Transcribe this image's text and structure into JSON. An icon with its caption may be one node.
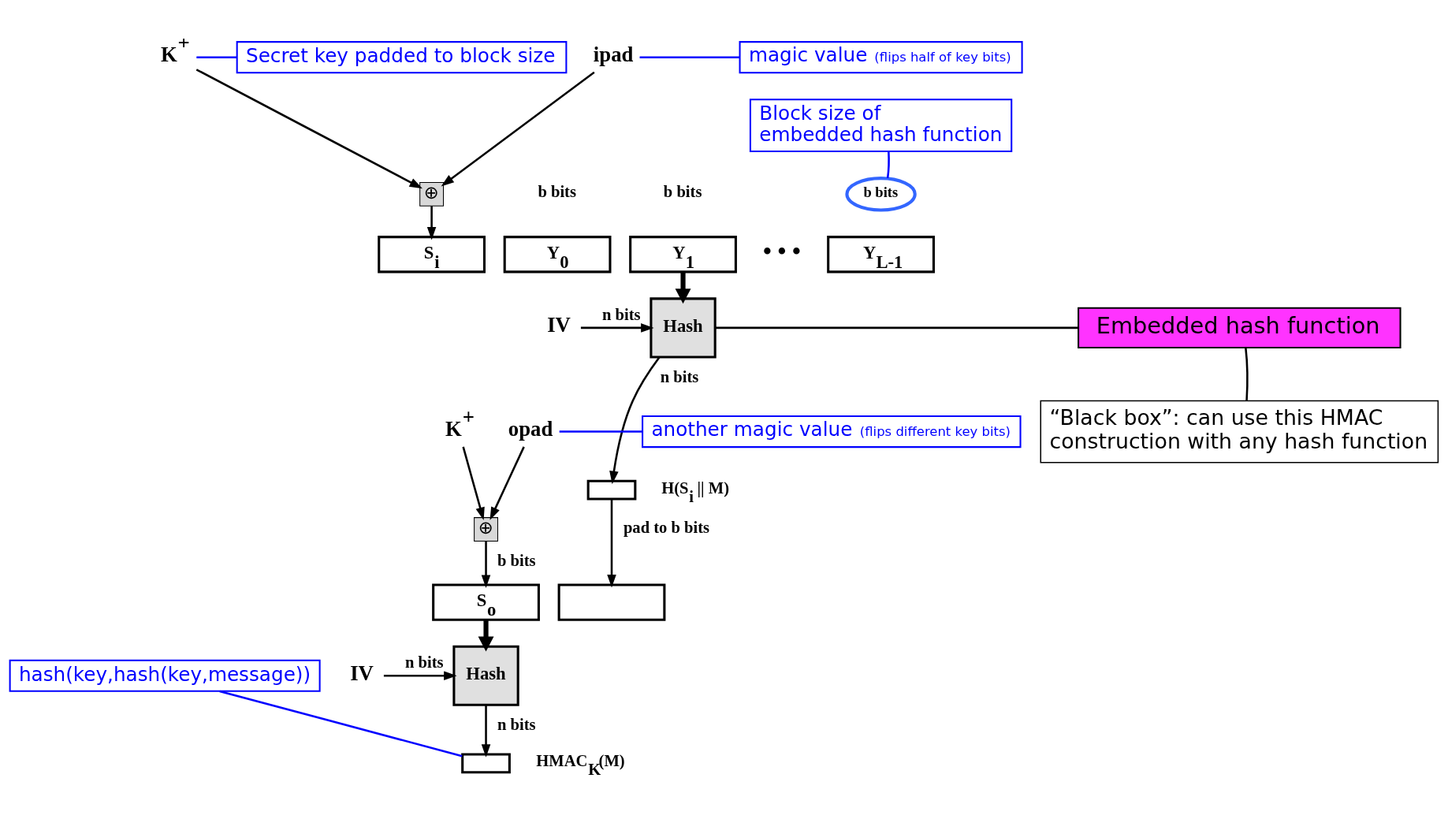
{
  "diagram": {
    "nodes": [
      {
        "text": [
          "K$^{+}$"
        ]
      },
      {
        "text": [
          "ipad"
        ]
      },
      {
        "text": [
          "⊕"
        ]
      },
      {
        "text": [
          "S$_{i}$"
        ]
      },
      {
        "text": [
          "Y$_{0}$"
        ]
      },
      {
        "text": [
          "Y$_{1}$"
        ]
      },
      {
        "text": [
          "Y$_{L-1}$"
        ]
      },
      {
        "text": [
          "IV"
        ]
      },
      {
        "text": [
          "Hash"
        ]
      },
      {
        "text": [],
        "shape": "box",
        "beside": [
          "H(S$_{i}$ || M)"
        ]
      },
      {
        "text": [
          "K$^{+}$"
        ]
      },
      {
        "text": [
          "opad"
        ]
      },
      {
        "text": [
          "⊕"
        ]
      },
      {
        "text": [
          "S$_{o}$"
        ]
      },
      {
        "text": [],
        "shape": "box"
      },
      {
        "text": [
          "IV"
        ]
      },
      {
        "text": [
          "Hash"
        ]
      },
      {
        "text": [],
        "shape": "box",
        "beside": [
          "HMAC$_{K}$(M)"
        ]
      },
      {
        "text": [
          "Secret key padded to block size"
        ]
      },
      {
        "text": [
          "magic value",
          "(flips half of key bits)"
        ]
      },
      {
        "text": [
          "Block size of embedded hash function"
        ]
      },
      {
        "text": [
          "b bits"
        ]
      },
      {
        "text": [
          "another magic value",
          "(flips different key bits)"
        ]
      },
      {
        "text": [
          "Embedded hash function"
        ]
      },
      {
        "text": [
          "“Black box”: can use this HMAC construction with any hash function"
        ]
      },
      {
        "text": [
          "hash(key,hash(key,message))"
        ]
      }
    ],
    "edges": [
      {
        "from": 0,
        "to": 2,
        "arrow": "to"
      },
      {
        "from": 1,
        "to": 2,
        "arrow": "to"
      },
      {
        "from": 2,
        "to": 3,
        "arrow": "to"
      },
      {
        "from": 5,
        "to": 8,
        "arrow": "to",
        "style": "thick"
      },
      {
        "from": 7,
        "to": 8,
        "arrow": "to",
        "label": "n bits"
      },
      {
        "from": 8,
        "to": 9,
        "arrow": "to",
        "label": "n bits"
      },
      {
        "from": 9,
        "to": 14,
        "arrow": "to",
        "label": "pad to b bits"
      },
      {
        "from": 10,
        "to": 12,
        "arrow": "to"
      },
      {
        "from": 11,
        "to": 12,
        "arrow": "to"
      },
      {
        "from": 12,
        "to": 13,
        "arrow": "to",
        "label": "b bits"
      },
      {
        "from": 13,
        "to": 16,
        "arrow": "to",
        "style": "thick"
      },
      {
        "from": 15,
        "to": 16,
        "arrow": "to",
        "label": "n bits"
      },
      {
        "from": 16,
        "to": 17,
        "arrow": "to",
        "label": "n bits"
      },
      {
        "from": 18,
        "to": 0,
        "arrow": "none",
        "color": "#0000ff"
      },
      {
        "from": 19,
        "to": 1,
        "arrow": "none",
        "color": "#0000ff"
      },
      {
        "from": 20,
        "to": 21,
        "arrow": "none",
        "color": "#0000ff"
      },
      {
        "from": 22,
        "to": 11,
        "arrow": "none",
        "color": "#0000ff"
      },
      {
        "from": 23,
        "to": 8,
        "arrow": "none"
      },
      {
        "from": 24,
        "to": 23,
        "arrow": "none"
      },
      {
        "from": 25,
        "to": 17,
        "arrow": "none",
        "color": "#0000ff"
      }
    ],
    "labels": [
      "b bits",
      "b bits",
      "• • •"
    ]
  }
}
